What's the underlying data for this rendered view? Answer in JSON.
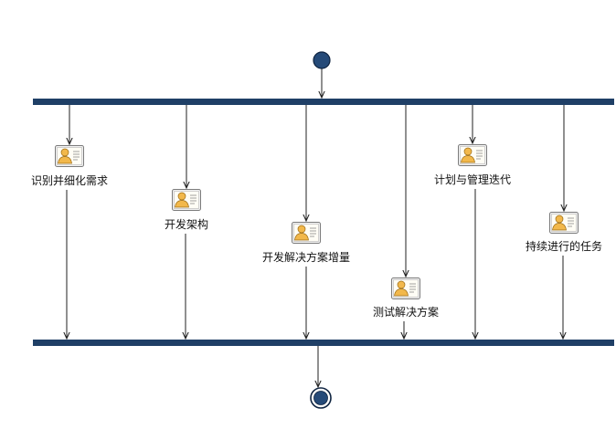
{
  "diagram": {
    "kind": "activity",
    "colors": {
      "bar": "#1f3f66",
      "node_fill": "#254a78",
      "node_stroke": "#0e2340",
      "edge": "#222222",
      "icon_frame": "#f2f2f2",
      "icon_body": "#f2b84b"
    },
    "start_node": "initial",
    "end_node": "final",
    "fork_bar": "fork",
    "join_bar": "join",
    "activities": [
      {
        "id": "a1",
        "label": "识别并细化需求",
        "icon": "activity-icon"
      },
      {
        "id": "a2",
        "label": "开发架构",
        "icon": "activity-icon"
      },
      {
        "id": "a3",
        "label": "开发解决方案增量",
        "icon": "activity-icon"
      },
      {
        "id": "a4",
        "label": "测试解决方案",
        "icon": "activity-icon"
      },
      {
        "id": "a5",
        "label": "计划与管理迭代",
        "icon": "activity-icon"
      },
      {
        "id": "a6",
        "label": "持续进行的任务",
        "icon": "activity-icon"
      }
    ],
    "edges": [
      {
        "from": "initial",
        "to": "fork"
      },
      {
        "from": "fork",
        "to": "a1"
      },
      {
        "from": "fork",
        "to": "a2"
      },
      {
        "from": "fork",
        "to": "a3"
      },
      {
        "from": "fork",
        "to": "a4"
      },
      {
        "from": "fork",
        "to": "a5"
      },
      {
        "from": "fork",
        "to": "a6"
      },
      {
        "from": "a1",
        "to": "join"
      },
      {
        "from": "a2",
        "to": "join"
      },
      {
        "from": "a3",
        "to": "join"
      },
      {
        "from": "a4",
        "to": "join"
      },
      {
        "from": "a5",
        "to": "join"
      },
      {
        "from": "a6",
        "to": "join"
      },
      {
        "from": "join",
        "to": "final"
      }
    ]
  }
}
